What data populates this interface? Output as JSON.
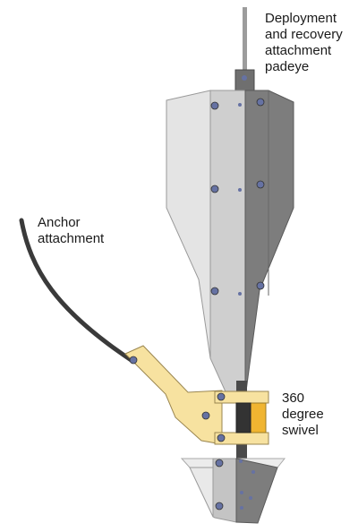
{
  "labels": {
    "padeye": [
      "Deployment",
      "and recovery",
      "attachment",
      "padeye"
    ],
    "anchor": [
      "Anchor",
      "attachment"
    ],
    "swivel": [
      "360",
      "degree",
      "swivel"
    ]
  },
  "colors": {
    "body_light": "#e4e4e4",
    "body_mid": "#c9c9c9",
    "body_dark": "#7d7d7d",
    "arm": "#f7e2a0",
    "swivel_orange": "#f0b531",
    "cable": "#3a3a3a",
    "bolt": "#6672a3"
  }
}
